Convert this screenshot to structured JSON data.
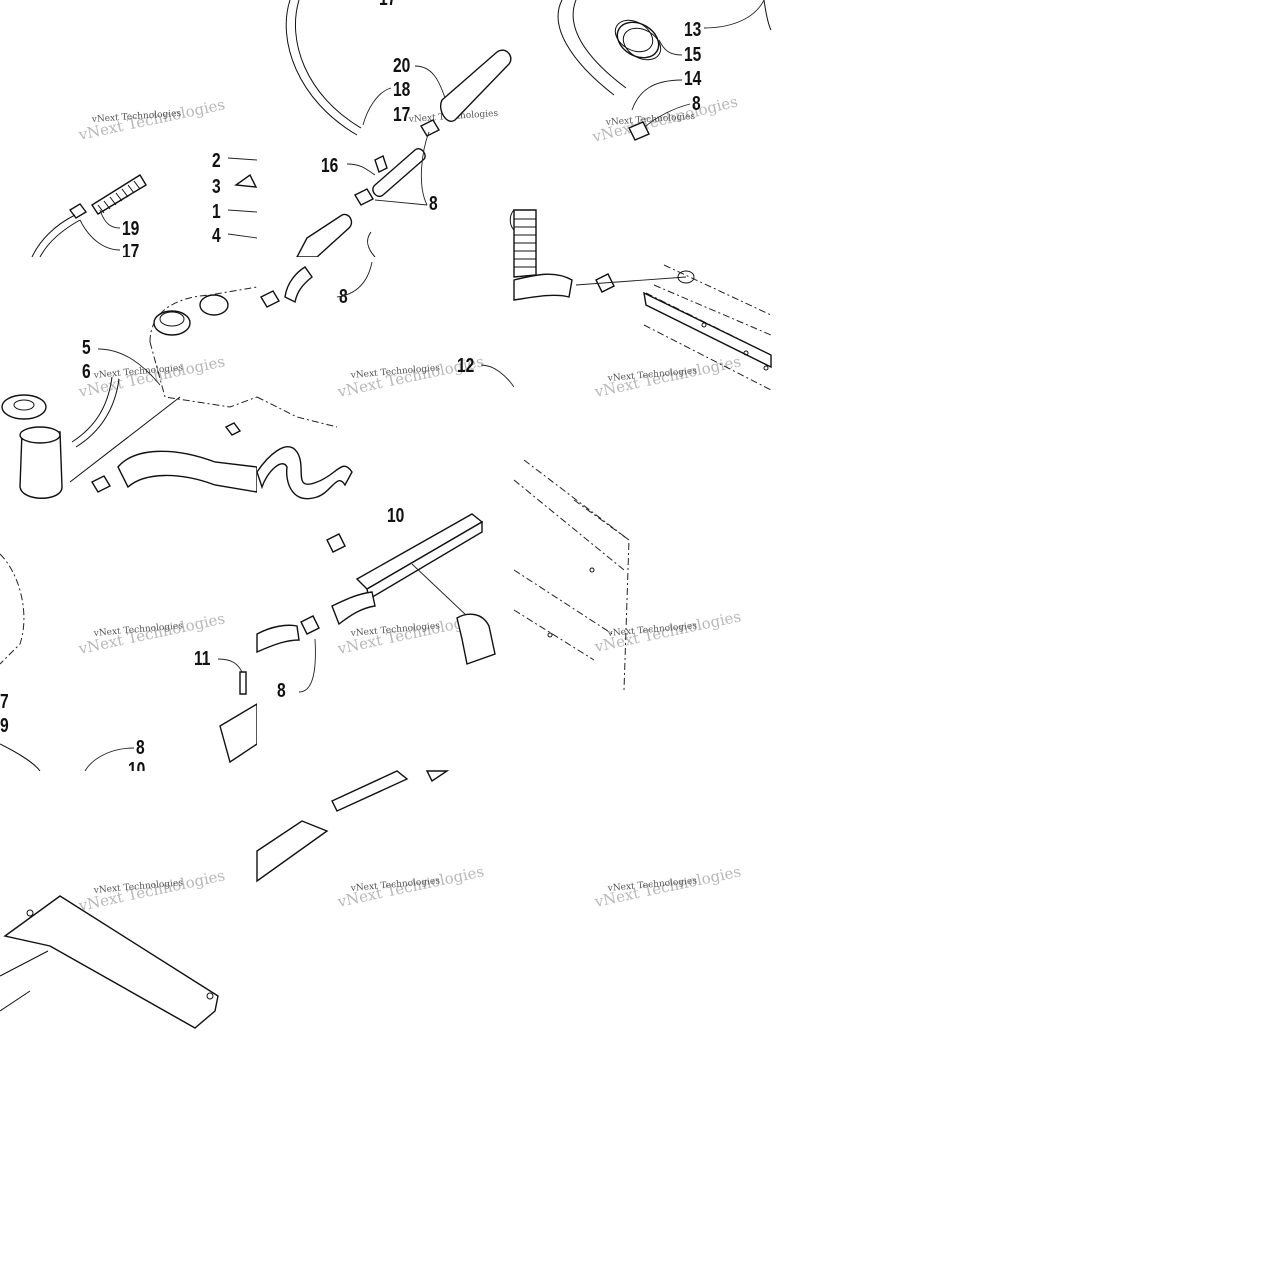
{
  "diagram": {
    "callouts": [
      "1",
      "2",
      "3",
      "4",
      "5",
      "6",
      "7",
      "8",
      "9",
      "10",
      "11",
      "12",
      "13",
      "14",
      "15",
      "16",
      "17",
      "18",
      "19",
      "20"
    ],
    "watermark": {
      "line1": "vNext Technologies",
      "line2": "vNext Technologies"
    },
    "colors": {
      "background": "#ffffff",
      "ink": "#111111",
      "watermark": "#b8b8b8"
    }
  }
}
